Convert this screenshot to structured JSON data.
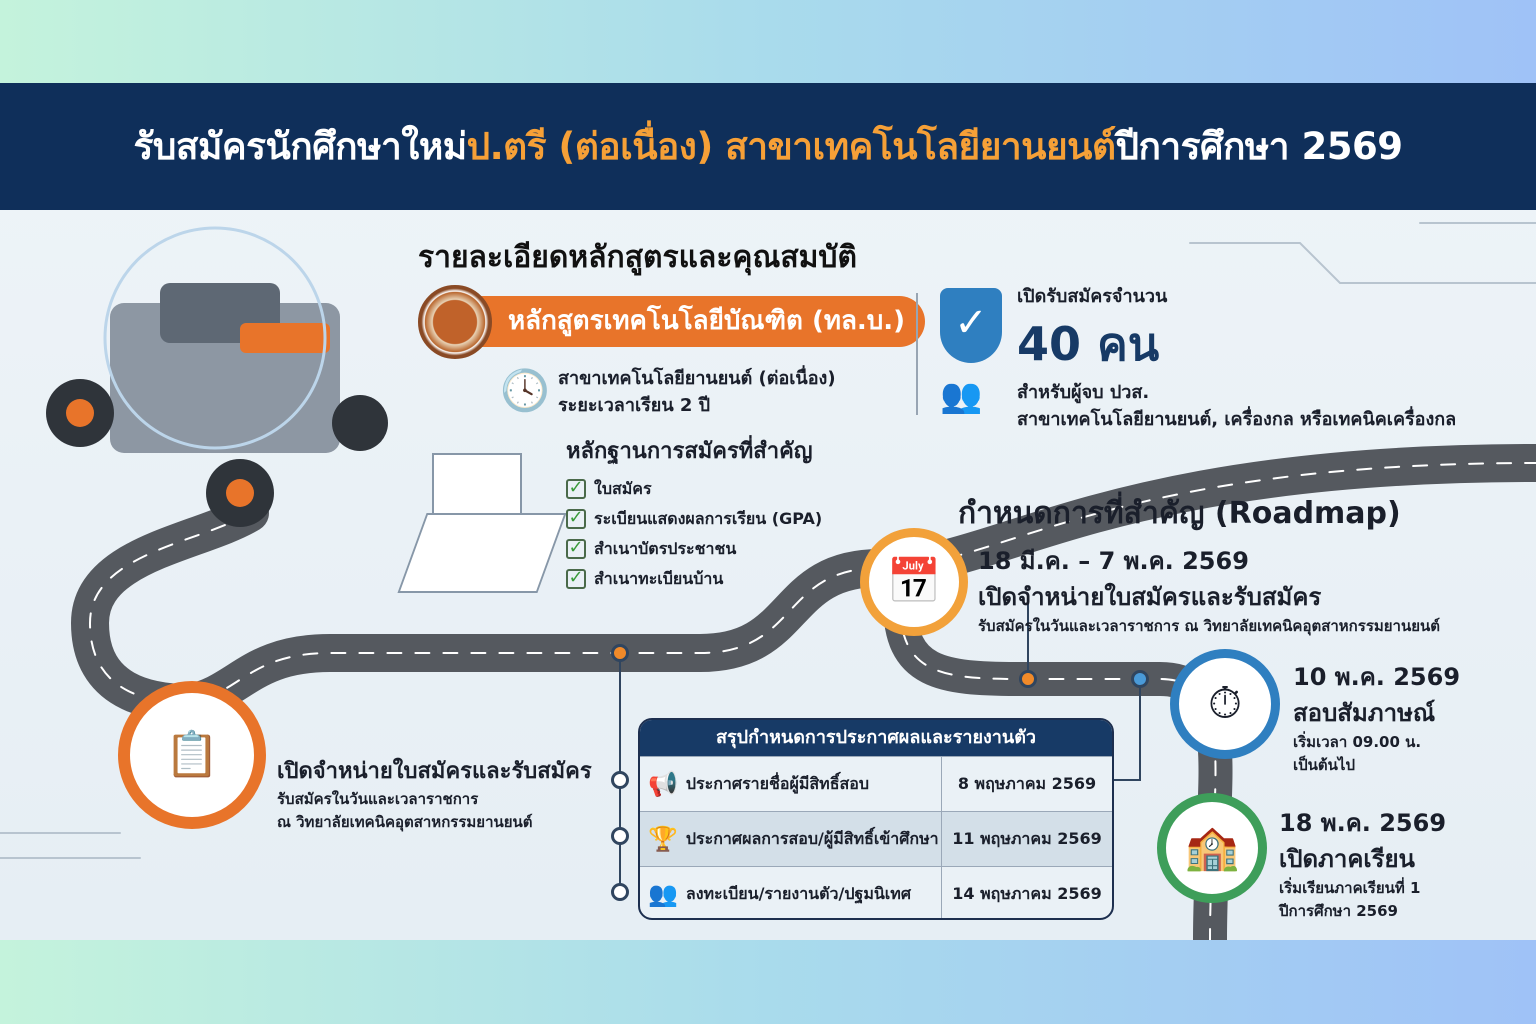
{
  "header": {
    "title_part1": "รับสมัครนักศึกษาใหม่ ",
    "title_highlight": "ป.ตรี (ต่อเนื่อง) สาขาเทคโนโลยียานยนต์",
    "title_part3": " ปีการศึกษา 2569"
  },
  "colors": {
    "navy": "#0f2f5a",
    "orange": "#e8742a",
    "highlight": "#f6a037",
    "blue": "#2f7fc0",
    "green": "#3e9e5a"
  },
  "course": {
    "heading": "รายละเอียดหลักสูตรและคุณสมบัติ",
    "program": "หลักสูตรเทคโนโลยีบัณฑิต (ทล.บ.)",
    "major": "สาขาเทคโนโลยียานยนต์ (ต่อเนื่อง)",
    "duration": "ระยะเวลาเรียน 2 ปี"
  },
  "quota": {
    "label": "เปิดรับสมัครจำนวน",
    "count": "40 คน",
    "for": "สำหรับผู้จบ ปวส.",
    "majors": "สาขาเทคโนโลยียานยนต์, เครื่องกล  หรือเทคนิคเครื่องกล"
  },
  "documents": {
    "heading": "หลักฐานการสมัครที่สำคัญ",
    "items": [
      "ใบสมัคร",
      "ระเบียนแสดงผลการเรียน (GPA)",
      "สำเนาบัตรประชาชน",
      "สำเนาทะเบียนบ้าน"
    ]
  },
  "roadmap": {
    "heading": "กำหนดการที่สำคัญ (Roadmap)",
    "step1": {
      "date": "18 มี.ค. – 7 พ.ค. 2569",
      "title": "เปิดจำหน่ายใบสมัครและรับสมัคร",
      "desc": "รับสมัครในวันและเวลาราชการ ณ วิทยาลัยเทคนิคอุตสาหกรรมยานยนต์"
    },
    "step2": {
      "date": "10 พ.ค. 2569",
      "title": "สอบสัมภาษณ์",
      "desc1": "เริ่มเวลา 09.00 น.",
      "desc2": "เป็นต้นไป"
    },
    "step3": {
      "date": "18 พ.ค. 2569",
      "title": "เปิดภาคเรียน",
      "desc1": "เริ่มเรียนภาคเรียนที่ 1",
      "desc2": "ปีการศึกษา 2569"
    },
    "left": {
      "title": "เปิดจำหน่ายใบสมัครและรับสมัคร",
      "desc1": "รับสมัครในวันและเวลาราชการ",
      "desc2": "ณ วิทยาลัยเทคนิคอุตสาหกรรมยานยนต์"
    }
  },
  "summary": {
    "heading": "สรุปกำหนดการประกาศผลและรายงานตัว",
    "rows": [
      {
        "icon": "megaphone-icon",
        "label": "ประกาศรายชื่อผู้มีสิทธิ์สอบ",
        "date": "8 พฤษภาคม 2569"
      },
      {
        "icon": "trophy-icon",
        "label": "ประกาศผลการสอบ/ผู้มีสิทธิ์เข้าศึกษา",
        "date": "11 พฤษภาคม 2569"
      },
      {
        "icon": "group-icon",
        "label": "ลงทะเบียน/รายงานตัว/ปฐมนิเทศ",
        "date": "14 พฤษภาคม 2569"
      }
    ]
  }
}
